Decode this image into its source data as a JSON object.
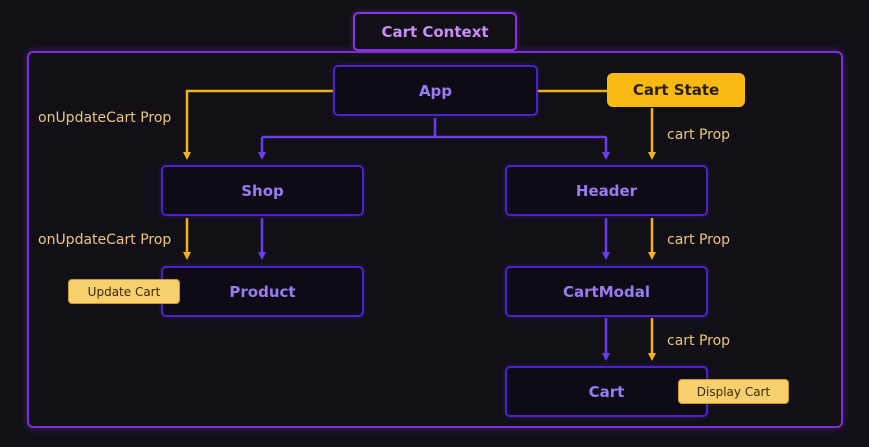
{
  "context": {
    "title": "Cart Context"
  },
  "nodes": {
    "app": "App",
    "shop": "Shop",
    "header": "Header",
    "product": "Product",
    "cart_modal": "CartModal",
    "cart": "Cart"
  },
  "state": {
    "label": "Cart State"
  },
  "tags": {
    "update_cart": "Update Cart",
    "display_cart": "Display Cart"
  },
  "props": {
    "on_update_top": "onUpdateCart Prop",
    "on_update_mid": "onUpdateCart Prop",
    "cart_prop_1": "cart Prop",
    "cart_prop_2": "cart Prop",
    "cart_prop_3": "cart Prop"
  },
  "colors": {
    "context": "#7b2fd6",
    "component": "#4d22c9",
    "component_text": "#9a7cf0",
    "state": "#f9b913",
    "prop_arrow": "#f2b318",
    "child_arrow": "#6a3df0"
  }
}
